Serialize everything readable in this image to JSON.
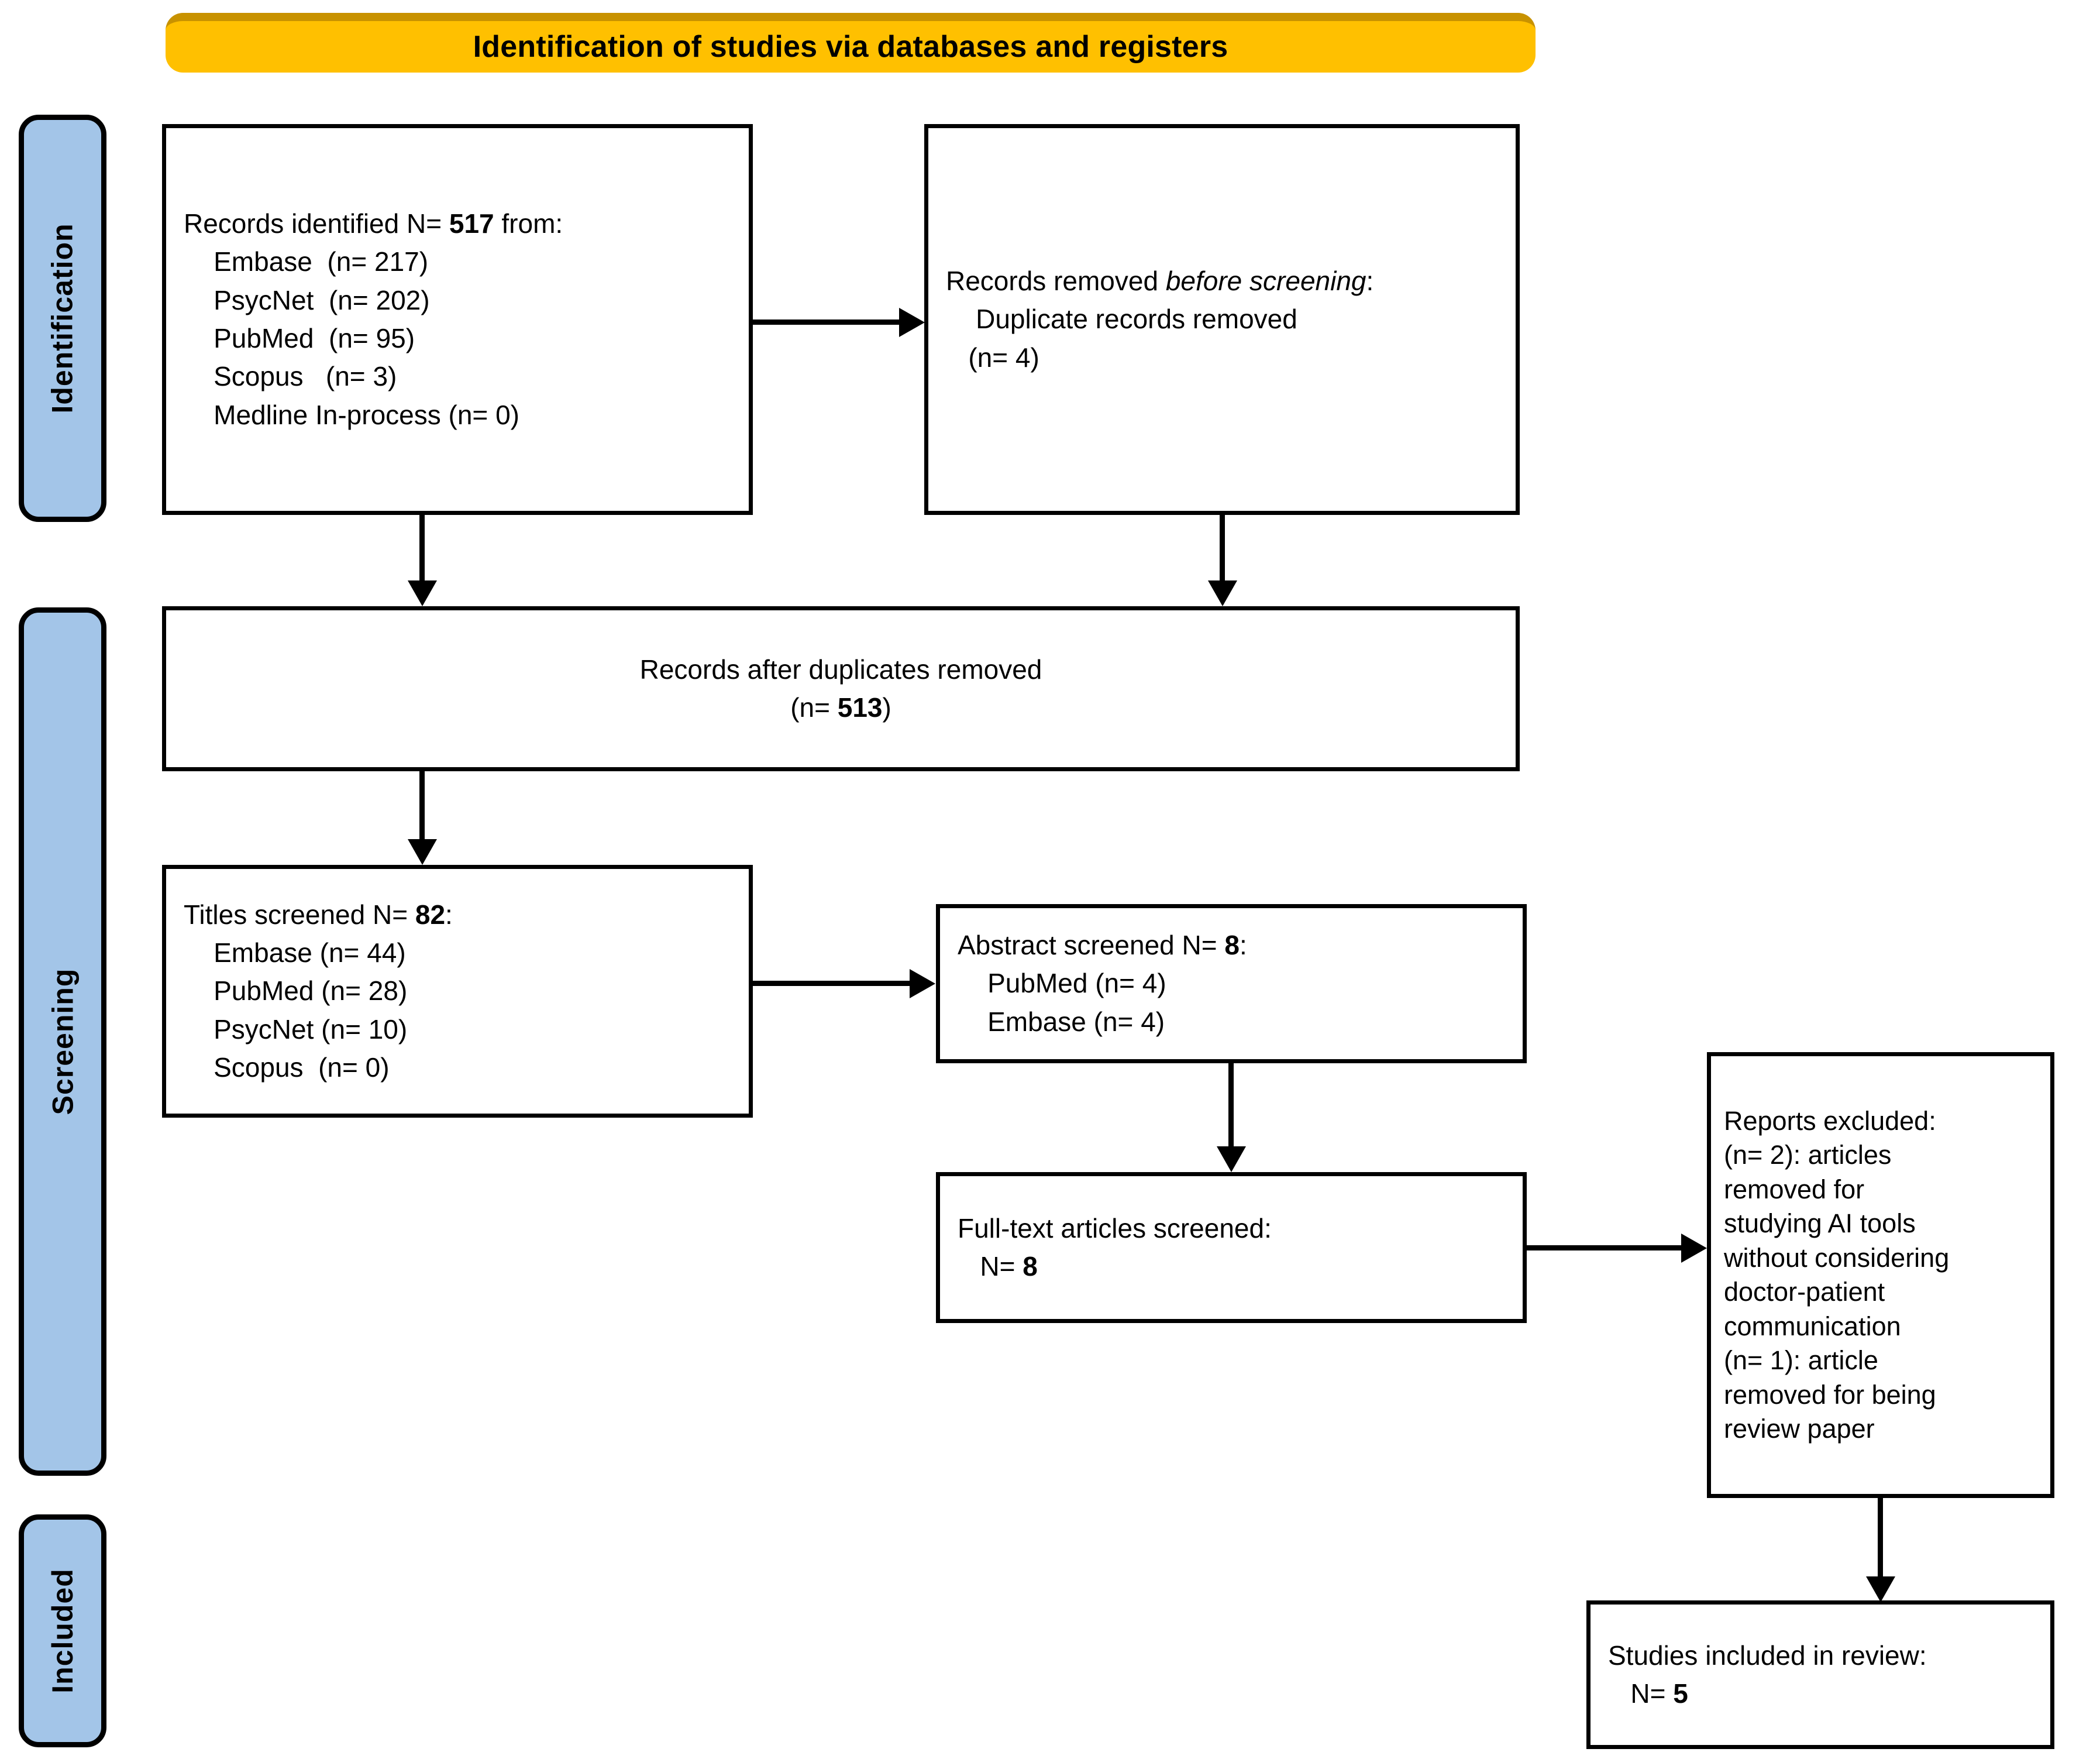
{
  "banner": {
    "title": "Identification of studies via databases and registers",
    "color": "#FFC000",
    "border_color": "#C89200"
  },
  "stages": {
    "color": "#A3C5E8",
    "items": [
      {
        "label": "Identification"
      },
      {
        "label": "Screening"
      },
      {
        "label": "Included"
      }
    ]
  },
  "nodes": {
    "records_identified": {
      "heading_prefix": "Records identified N= ",
      "heading_count": "517",
      "heading_suffix": " from:",
      "sources": [
        {
          "name": "Embase",
          "count": "(n= 217)"
        },
        {
          "name": "PsycNet",
          "count": "(n= 202)"
        },
        {
          "name": "PubMed",
          "count": "(n= 95)"
        },
        {
          "name": "Scopus",
          "count": "(n= 3)"
        },
        {
          "name": "Medline In-process",
          "count": "(n= 0)"
        }
      ],
      "line1": "Records identified N= ",
      "line1b": "517",
      "line1c": " from:",
      "rest": "\n    Embase  (n= 217)\n    PsycNet  (n= 202)\n    PubMed  (n= 95)\n    Scopus   (n= 3)\n    Medline In-process (n= 0)"
    },
    "records_removed": {
      "lead": "Records removed ",
      "italic": "before screening",
      "colon": ":",
      "detail": "\n    Duplicate records removed\n   (n= 4)",
      "duplicate_label": "Duplicate records removed",
      "duplicate_count": "(n= 4)"
    },
    "after_duplicates": {
      "line1": "Records after duplicates removed",
      "prefix": "(n= ",
      "count": "513",
      "suffix": ")"
    },
    "titles_screened": {
      "heading_prefix": "Titles screened N= ",
      "heading_count": "82",
      "heading_suffix": ":",
      "sources": [
        {
          "name": "Embase",
          "count": "(n= 44)"
        },
        {
          "name": "PubMed",
          "count": "(n= 28)"
        },
        {
          "name": "PsycNet",
          "count": "(n= 10)"
        },
        {
          "name": "Scopus",
          "count": "(n= 0)"
        }
      ],
      "rest": "\n    Embase (n= 44)\n    PubMed (n= 28)\n    PsycNet (n= 10)\n    Scopus  (n= 0)"
    },
    "abstract_screened": {
      "heading_prefix": "Abstract screened N= ",
      "heading_count": "8",
      "heading_suffix": ":",
      "sources": [
        {
          "name": "PubMed",
          "count": "(n= 4)"
        },
        {
          "name": "Embase",
          "count": "(n= 4)"
        }
      ],
      "rest": "\n    PubMed (n= 4)\n    Embase (n= 4)"
    },
    "fulltext_screened": {
      "line1": "Full-text articles screened:",
      "prefix": "\n   N= ",
      "count": "8"
    },
    "reports_excluded": {
      "heading": "Reports excluded:",
      "reason1_count": "(n= 2)",
      "reason1_text": ": articles removed for studying AI tools without considering doctor-patient communication",
      "reason2_count": "(n= 1)",
      "reason2_text": ": article removed for being review paper",
      "body": "Reports excluded:\n(n= 2): articles\nremoved for\nstudying AI tools\nwithout considering\ndoctor-patient\ncommunication\n(n= 1): article\nremoved for being\nreview paper"
    },
    "studies_included": {
      "line1": "Studies included in review:",
      "prefix": "\n   N= ",
      "count": "5"
    }
  }
}
